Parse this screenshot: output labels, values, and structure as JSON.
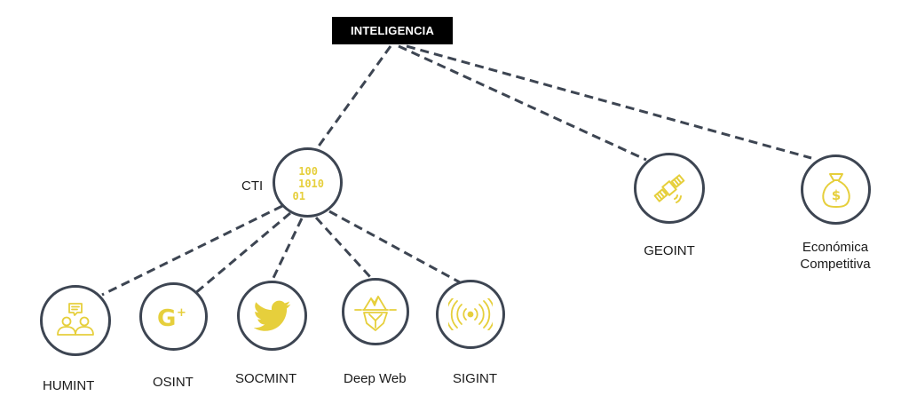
{
  "root": {
    "label": "INTELIGENCIA"
  },
  "nodes": {
    "cti": {
      "label": "CTI",
      "icon": "binary-code-icon"
    },
    "geoint": {
      "label": "GEOINT",
      "icon": "satellite-icon"
    },
    "economica": {
      "label_line1": "Económica",
      "label_line2": "Competitiva",
      "icon": "money-bag-icon"
    },
    "humint": {
      "label": "HUMINT",
      "icon": "people-chat-icon"
    },
    "osint": {
      "label": "OSINT",
      "icon": "google-plus-icon"
    },
    "socmint": {
      "label": "SOCMINT",
      "icon": "twitter-bird-icon"
    },
    "deepweb": {
      "label": "Deep Web",
      "icon": "iceberg-icon"
    },
    "sigint": {
      "label": "SIGINT",
      "icon": "signal-waves-icon"
    }
  },
  "binary_text": [
    "100",
    "1010",
    "01"
  ],
  "colors": {
    "icon": "#e6cf3c",
    "stroke": "#3d4552",
    "root_bg": "#000000",
    "root_text": "#ffffff"
  }
}
